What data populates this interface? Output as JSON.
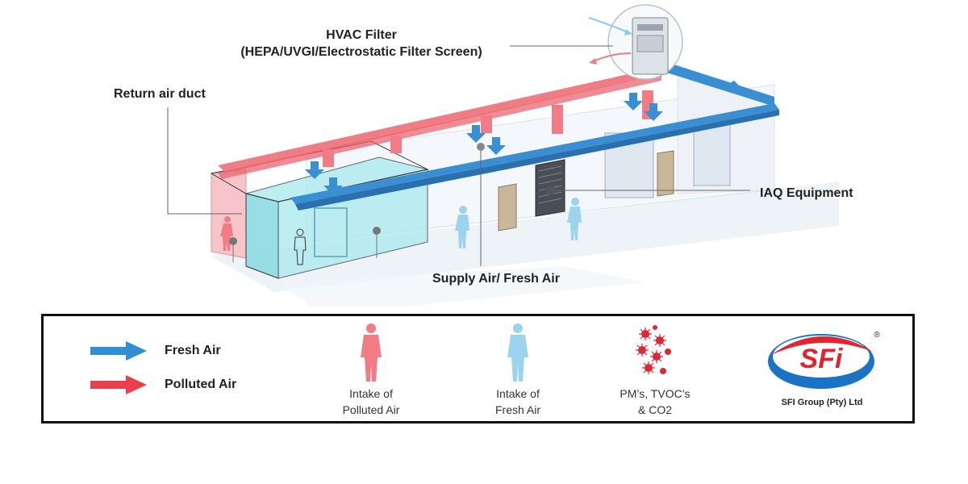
{
  "labels": {
    "hvac_filter_title": "HVAC Filter",
    "hvac_filter_sub": "(HEPA/UVGI/Electrostatic Filter Screen)",
    "return_air_duct": "Return air duct",
    "iaq_equipment": "IAQ Equipment",
    "supply_air": "Supply Air/ Fresh Air"
  },
  "legend": {
    "fresh_air": "Fresh Air",
    "polluted_air": "Polluted Air",
    "intake_polluted_l1": "Intake of",
    "intake_polluted_l2": "Polluted Air",
    "intake_fresh_l1": "Intake of",
    "intake_fresh_l2": "Fresh Air",
    "pm_l1": "PM’s, TVOC’s",
    "pm_l2": "& CO2"
  },
  "logo": {
    "mark": "SFi",
    "registered": "®",
    "company": "SFI Group (Pty) Ltd"
  },
  "colors": {
    "fresh_blue": "#2f8fd2",
    "polluted_red": "#e8414d",
    "duct_blue": "#3a8fd3",
    "duct_red": "#f07c86",
    "person_red": "#f07c86",
    "person_blue": "#9cd3ee",
    "virus_red": "#d92a36",
    "room_cyan": "#a8e9ee",
    "room_pink": "#f7c5c9",
    "logo_red": "#e02430",
    "logo_blue": "#1a73c4"
  }
}
